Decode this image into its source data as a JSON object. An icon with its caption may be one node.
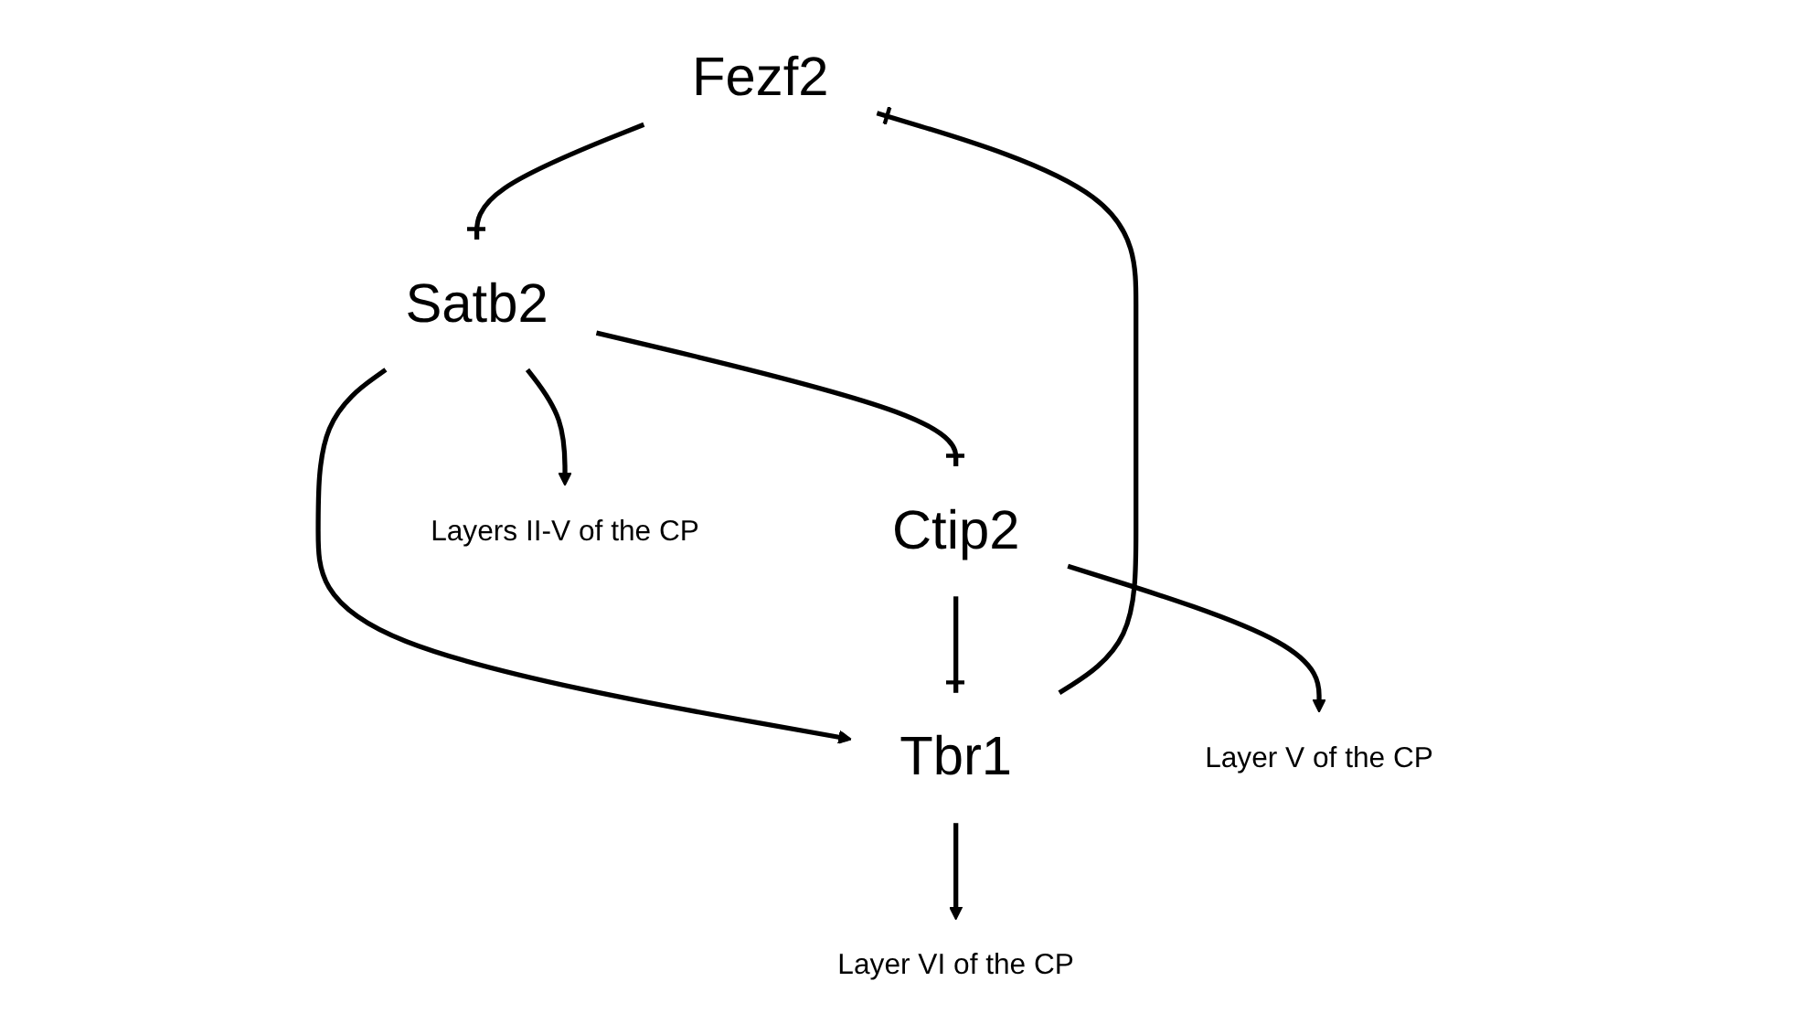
{
  "diagram": {
    "nodes": [
      {
        "text": [
          "Fezf2"
        ]
      },
      {
        "text": [
          "Satb2"
        ]
      },
      {
        "text": [
          "Tbr1"
        ]
      },
      {
        "text": [
          "Ctip2"
        ]
      },
      {
        "text": [
          "Layers II-V of the CP"
        ]
      },
      {
        "text": [
          "Layer V of the CP"
        ]
      },
      {
        "text": [
          "Layer VI of the CP"
        ]
      }
    ],
    "edges": [
      {
        "from": 0,
        "to": 1,
        "arrow": "other"
      },
      {
        "from": 2,
        "to": 0,
        "arrow": "other"
      },
      {
        "from": 1,
        "to": 2,
        "arrow": "to"
      },
      {
        "from": 1,
        "to": 3,
        "arrow": "other"
      },
      {
        "from": 3,
        "to": 2,
        "arrow": "other"
      },
      {
        "from": 1,
        "to": 4,
        "arrow": "to"
      },
      {
        "from": 3,
        "to": 5,
        "arrow": "to"
      },
      {
        "from": 2,
        "to": 6,
        "arrow": "to"
      }
    ]
  }
}
